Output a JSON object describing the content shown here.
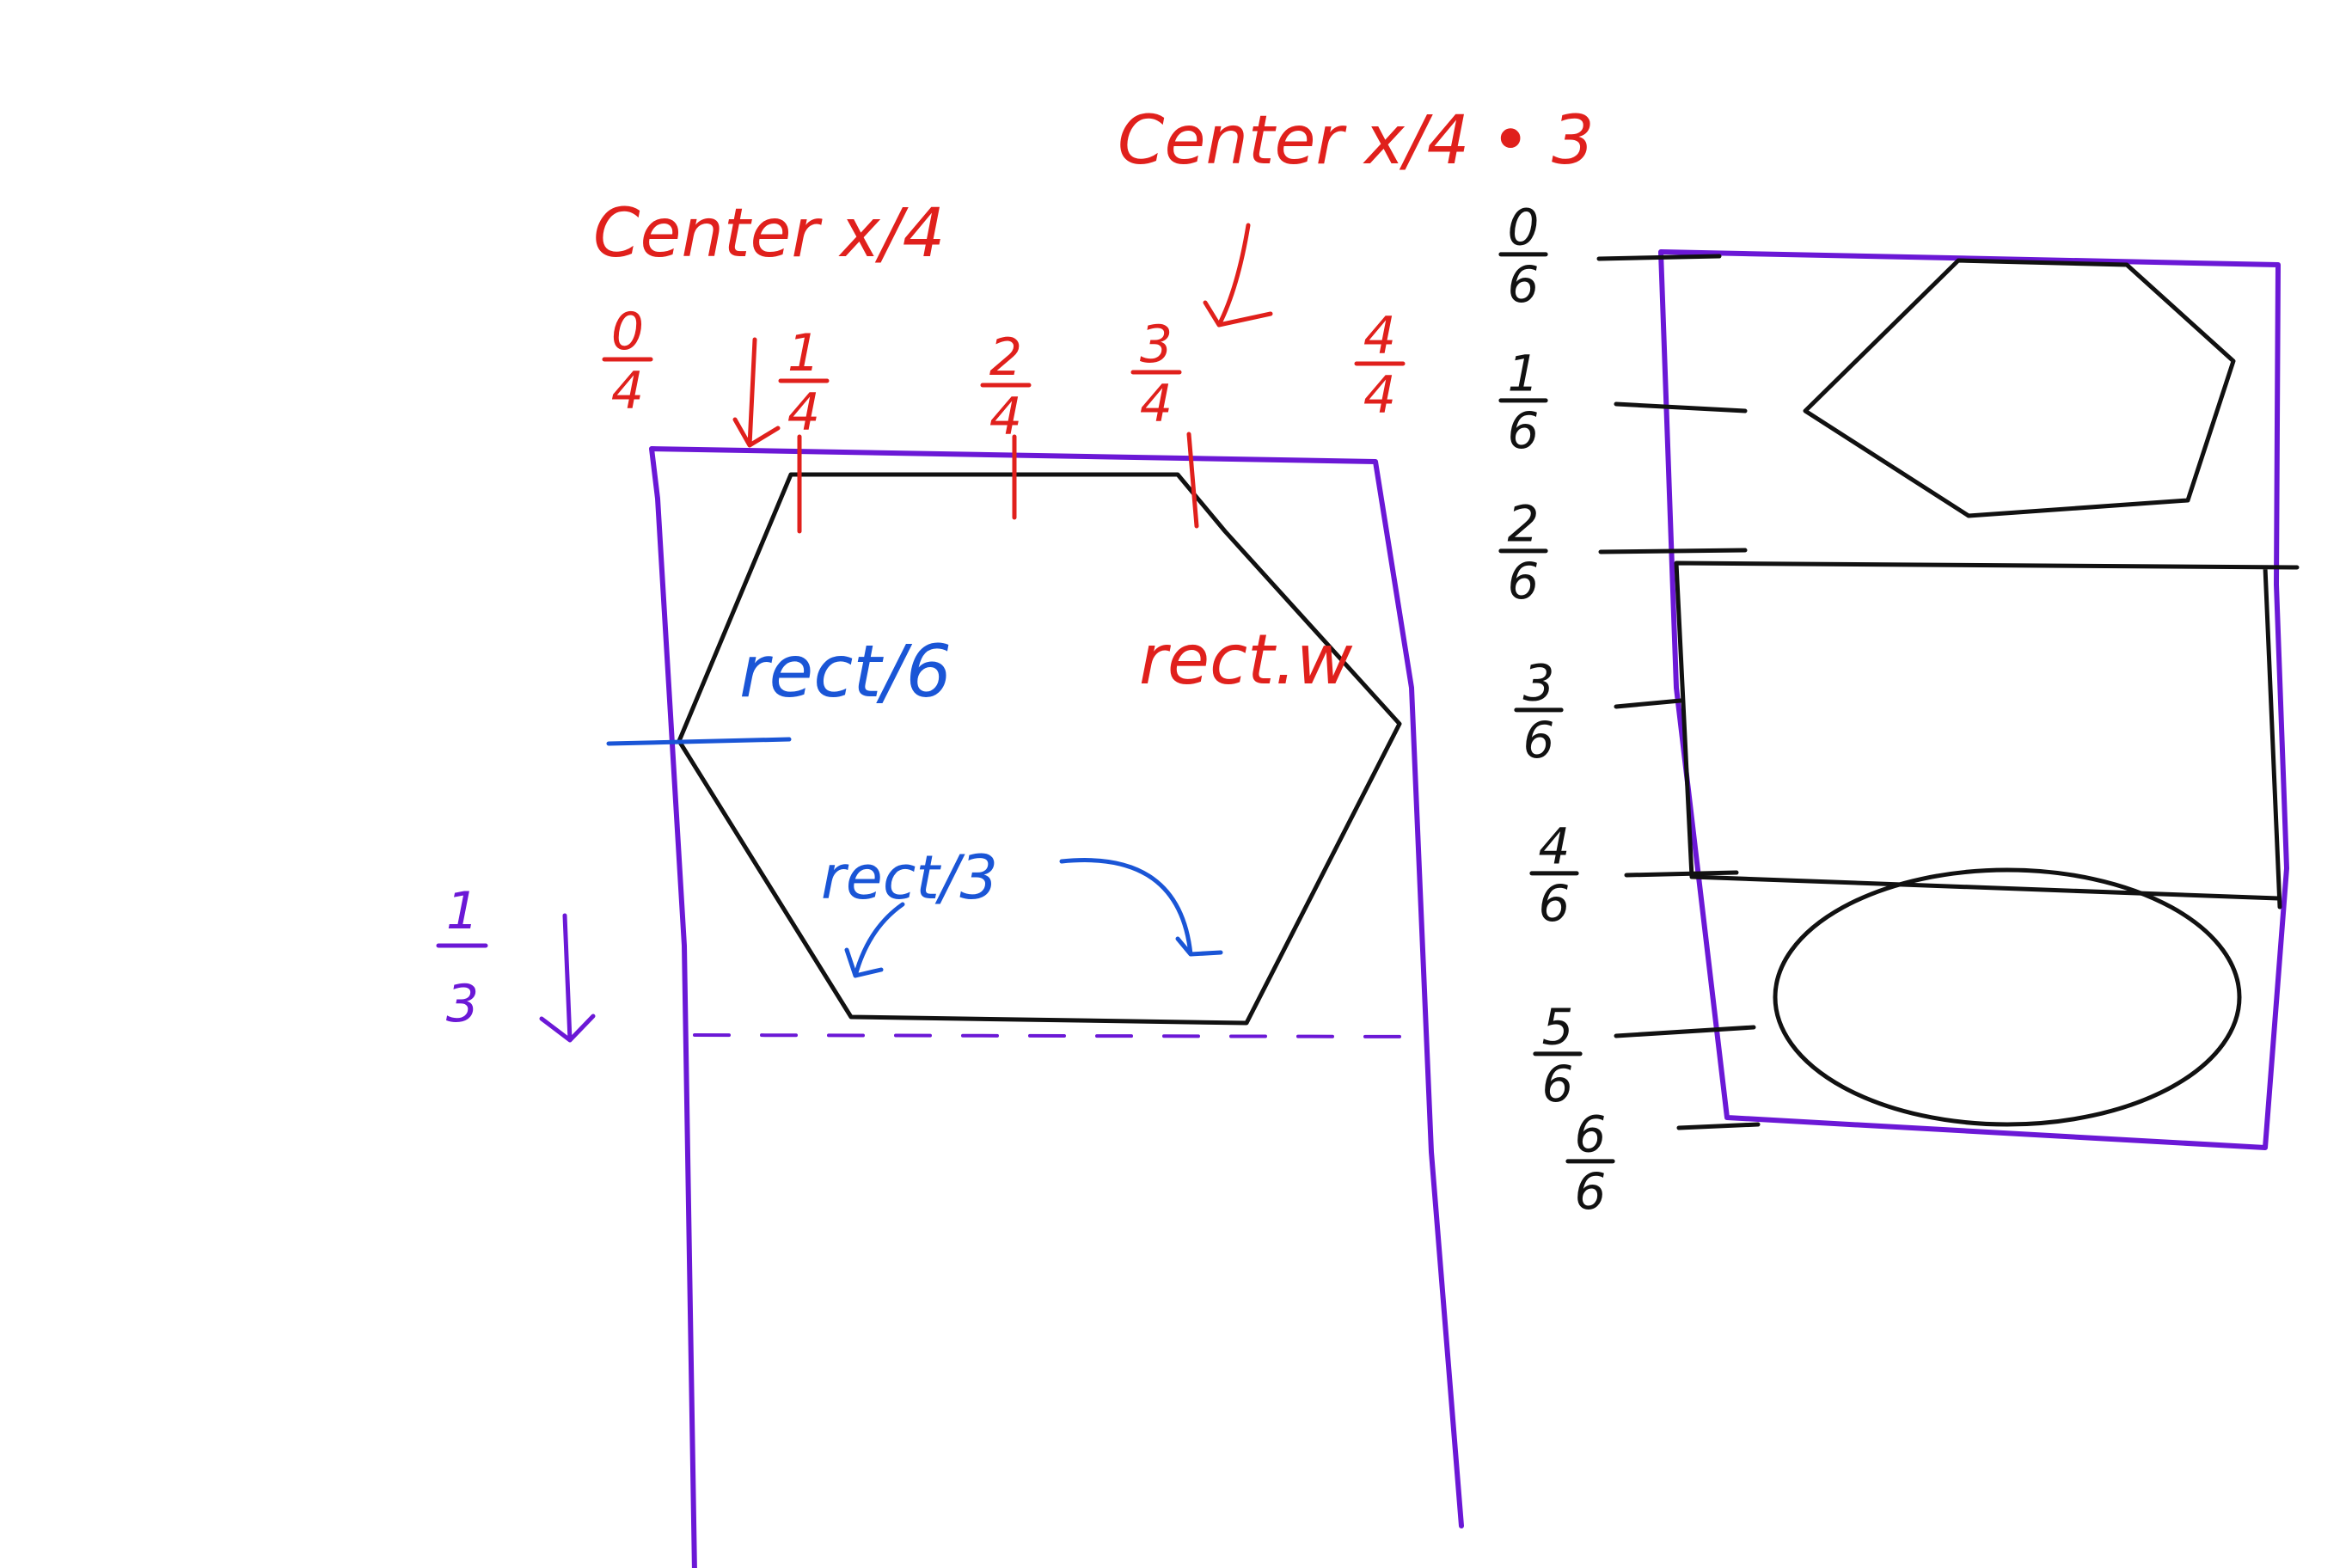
{
  "colors": {
    "red": "#e0201c",
    "blue": "#1a55d6",
    "purple": "#6b18d6",
    "black": "#111111"
  },
  "labels": {
    "center_quarter": "Center x/4",
    "center_three_quarter": "Center x/4 • 3",
    "rect_sixth": "rect/6",
    "rect_third": "rect/3",
    "rect_width": "rect.w",
    "third_frac": {
      "num": "1",
      "den": "3"
    }
  },
  "x_fractions": [
    {
      "num": "0",
      "den": "4"
    },
    {
      "num": "1",
      "den": "4"
    },
    {
      "num": "2",
      "den": "4"
    },
    {
      "num": "3",
      "den": "4"
    },
    {
      "num": "4",
      "den": "4"
    }
  ],
  "y_fractions": [
    {
      "num": "0",
      "den": "6"
    },
    {
      "num": "1",
      "den": "6"
    },
    {
      "num": "2",
      "den": "6"
    },
    {
      "num": "3",
      "den": "6"
    },
    {
      "num": "4",
      "den": "6"
    },
    {
      "num": "5",
      "den": "6"
    },
    {
      "num": "6",
      "den": "6"
    }
  ]
}
